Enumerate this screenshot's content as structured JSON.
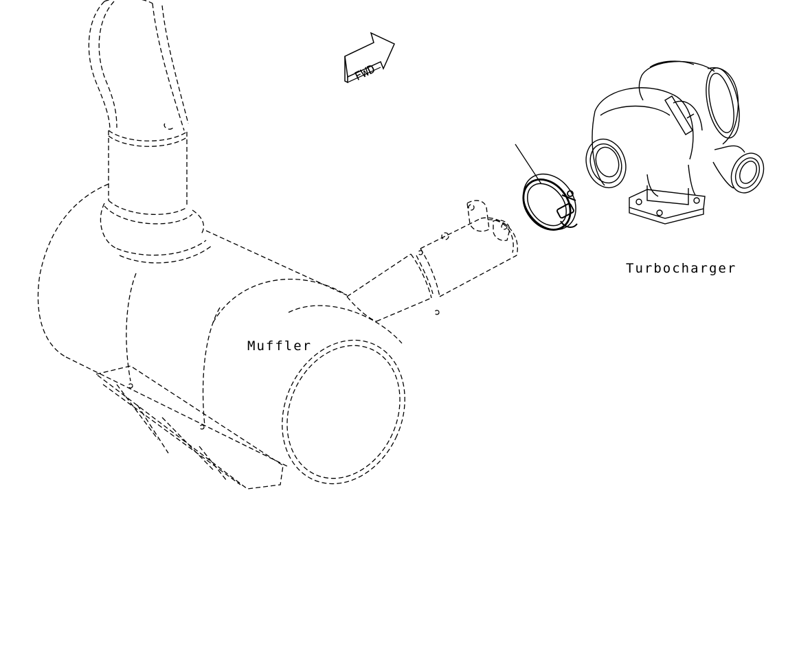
{
  "labels": {
    "muffler": "Muffler",
    "turbocharger": "Turbocharger",
    "forward_arrow": "FWD"
  },
  "colors": {
    "line": "#000000",
    "background": "#ffffff"
  }
}
